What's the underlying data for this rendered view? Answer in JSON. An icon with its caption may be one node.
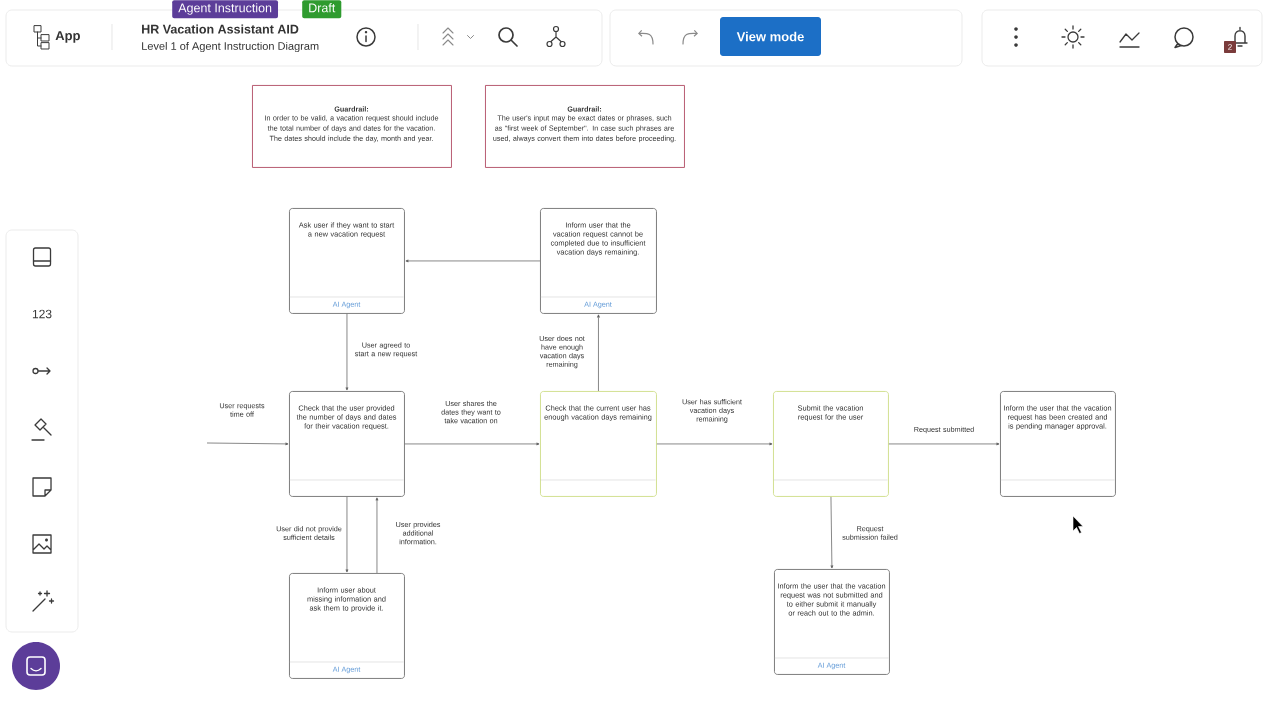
{
  "diagram": {
    "title": "HR Vacation Assistant AID",
    "nodes": [
      {
        "text": [
          "Guardrail:",
          "In order to be valid, a vacation request should include the total number of days and dates for the vacation. The dates should include the day, month and year."
        ]
      },
      {
        "text": [
          "Guardrail:",
          "The user's input may be exact dates or phrases, such as \"first week of September\". In case such phrases are used, always convert them into dates before proceeding."
        ]
      },
      {
        "text": [
          "Ask user if they want to start a new vacation request",
          "AI Agent"
        ]
      },
      {
        "text": [
          "Inform user that the vacation request cannot be completed due to insufficient vacation days remaining.",
          "AI Agent"
        ]
      },
      {
        "text": [
          "Check that the user provided the number of days and dates for their vacation request."
        ]
      },
      {
        "text": [
          "Check that the current user has enough vacation days remaining"
        ]
      },
      {
        "text": [
          "Submit the vacation request for the user"
        ]
      },
      {
        "text": [
          "Inform the user that the vacation request has been created and is pending manager approval."
        ]
      },
      {
        "text": [
          "Inform user about missing information and ask them to provide it.",
          "AI Agent"
        ]
      },
      {
        "text": [
          "Inform the user that the vacation request was not submitted and to either submit it manually or reach out to the admin.",
          "AI Agent"
        ]
      }
    ],
    "edges": [
      {
        "from": null,
        "to": 4,
        "arrow": "to",
        "label": "User requests time off"
      },
      {
        "from": 4,
        "to": 5,
        "arrow": "to",
        "label": "User shares the dates they want to take vacation on"
      },
      {
        "from": 5,
        "to": 3,
        "arrow": "to",
        "label": "User does not have enough vacation days remaining"
      },
      {
        "from": 3,
        "to": 2,
        "arrow": "to"
      },
      {
        "from": 2,
        "to": 4,
        "arrow": "to",
        "label": "User agreed to start a new request"
      },
      {
        "from": 5,
        "to": 6,
        "arrow": "to",
        "label": "User has sufficient vacation days remaining"
      },
      {
        "from": 6,
        "to": 7,
        "arrow": "to",
        "label": "Request submitted"
      },
      {
        "from": 6,
        "to": 9,
        "arrow": "to",
        "label": "Request submission failed"
      },
      {
        "from": 4,
        "to": 8,
        "arrow": "to",
        "label": "User did not provide sufficient details"
      },
      {
        "from": 8,
        "to": 4,
        "arrow": "to",
        "label": "User provides additional information."
      }
    ],
    "labels": [
      "Agent Instruction",
      "Draft",
      "App",
      "Level 1 of Agent Instruction Diagram",
      "View mode",
      "2",
      "123"
    ]
  }
}
